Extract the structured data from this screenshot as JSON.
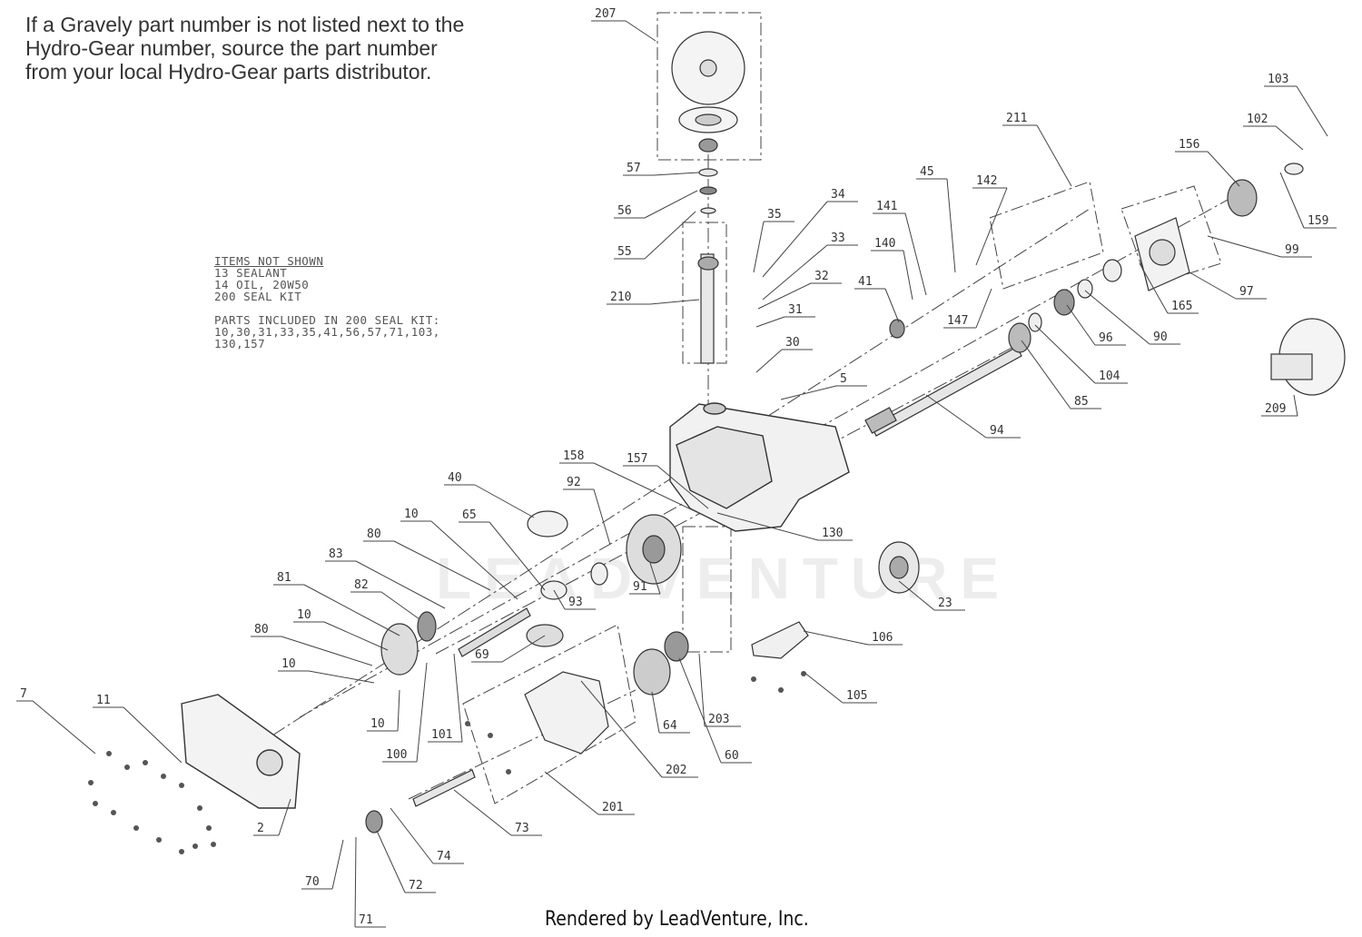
{
  "note_lines": [
    "If a Gravely part number is not listed next to the",
    "Hydro-Gear number, source the part number",
    "from your local Hydro-Gear parts distributor."
  ],
  "items_not_shown": {
    "title": "ITEMS NOT SHOWN",
    "lines": [
      "13 SEALANT",
      "14 OIL, 20W50",
      "200 SEAL KIT"
    ]
  },
  "seal_kit": {
    "title": "PARTS INCLUDED IN 200 SEAL KIT:",
    "lines": [
      "10,30,31,33,35,41,56,57,71,103,",
      "130,157"
    ]
  },
  "watermark": "LEADVENTURE",
  "footer": "Rendered by LeadVenture, Inc.",
  "callouts": [
    "207",
    "57",
    "56",
    "55",
    "210",
    "35",
    "34",
    "33",
    "32",
    "31",
    "30",
    "41",
    "140",
    "141",
    "45",
    "142",
    "211",
    "147",
    "5",
    "94",
    "85",
    "104",
    "96",
    "90",
    "165",
    "97",
    "99",
    "156",
    "102",
    "103",
    "159",
    "209",
    "158",
    "157",
    "130",
    "92",
    "91",
    "40",
    "65",
    "10",
    "80",
    "83",
    "82",
    "81",
    "10",
    "80",
    "10",
    "10",
    "100",
    "101",
    "69",
    "93",
    "64",
    "60",
    "203",
    "202",
    "201",
    "73",
    "74",
    "72",
    "71",
    "70",
    "7",
    "11",
    "2",
    "23",
    "106",
    "105"
  ],
  "colors": {
    "line": "#333333",
    "part": "#555555",
    "watermark": "#000000"
  }
}
